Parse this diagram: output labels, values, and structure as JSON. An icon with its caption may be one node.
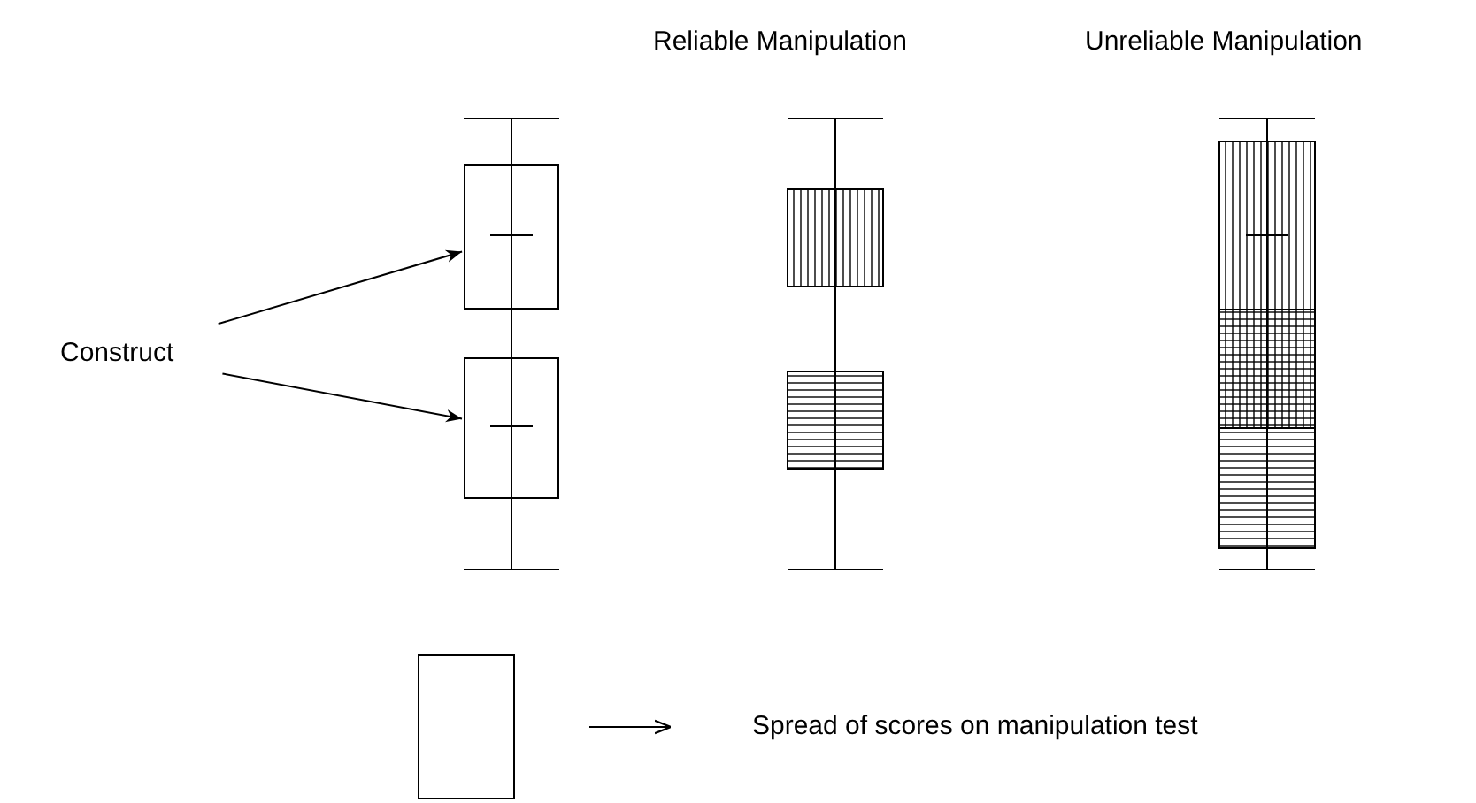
{
  "diagram": {
    "nodes": [
      {
        "text": [
          "Construct"
        ]
      },
      {
        "text": [],
        "shape": "box"
      },
      {
        "text": [],
        "shape": "box"
      },
      {
        "text": [],
        "shape": "box"
      },
      {
        "text": [
          "Spread of scores on manipulation test"
        ]
      }
    ],
    "edges": [
      {
        "from": 0,
        "to": 1,
        "arrow": "to"
      },
      {
        "from": 0,
        "to": 2,
        "arrow": "to"
      },
      {
        "from": 3,
        "to": 4,
        "arrow": "to"
      }
    ],
    "labels": [
      "Reliable Manipulation",
      "Unreliable Manipulation"
    ]
  }
}
